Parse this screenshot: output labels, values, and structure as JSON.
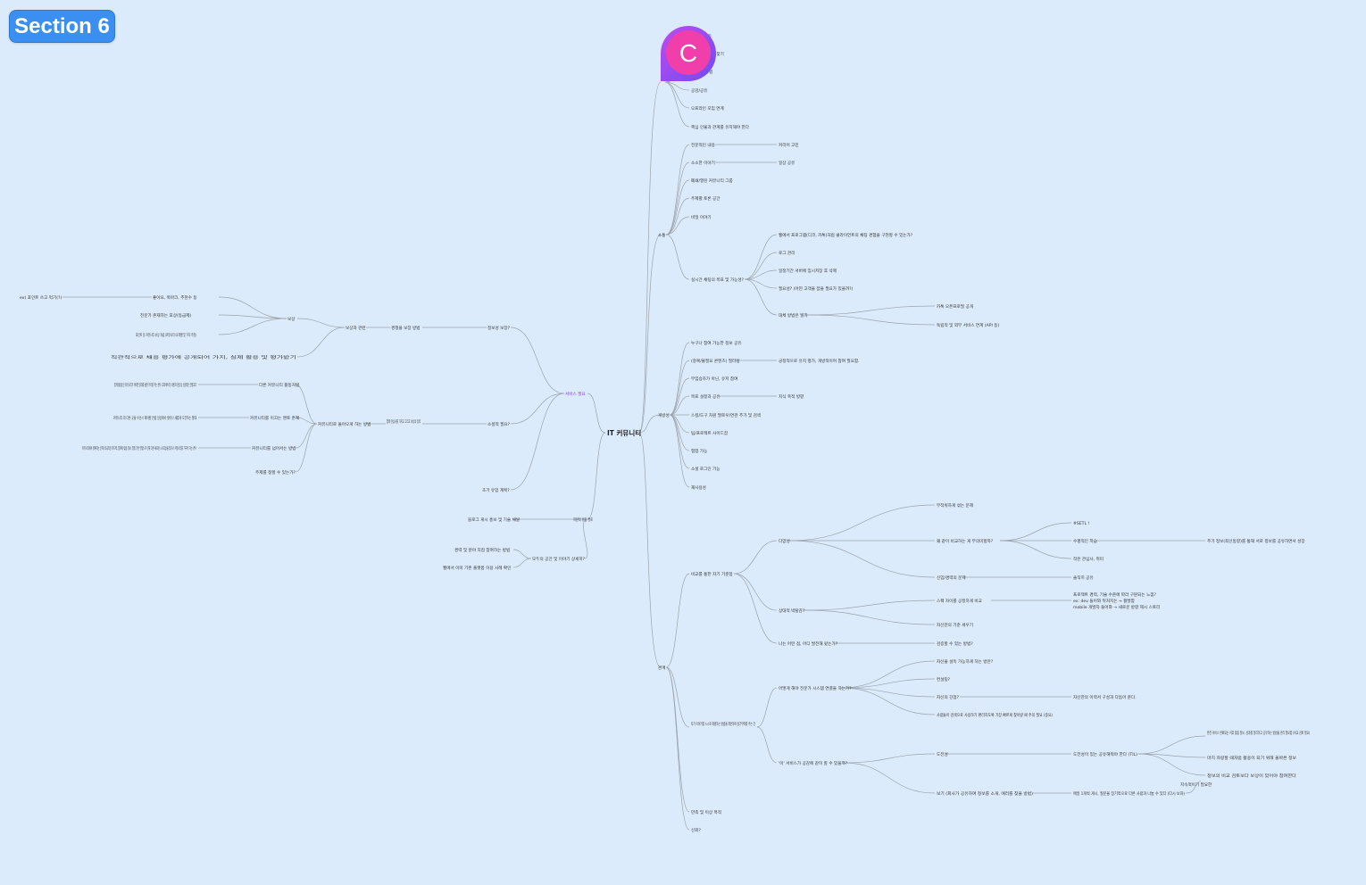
{
  "section": {
    "label": "Section 6"
  },
  "avatar": {
    "letter": "C",
    "color": "#f03faa",
    "ring": "#8b5cf6"
  },
  "colors": {
    "background": "#dcebfb",
    "badge": "#3b8ff0",
    "lines": "#9aa3ad",
    "accent_text": "#7b3fe4"
  },
  "mindmap": {
    "root": "IT 커뮤니티",
    "right": {
      "top_group": [
        "...서로 돕기",
        "같은 관심사 ...찾기",
        "정보 ... 방법",
        "공감/공유",
        "오프라인 모임 연계",
        "핵심 인물과 관계를 유지해야 한다"
      ],
      "so": {
        "label": "소통",
        "items": [
          "전문적인 내용",
          "소소한 이야기",
          "폐쇄/열린 커뮤니티 그룹",
          "주제별 토론 공간",
          "비밀 이야기"
        ],
        "side": [
          "커리어 고민",
          "일상 공유"
        ],
        "live": {
          "label": "실시간 채팅의 목표 및 가능성?",
          "children": [
            "웹에서 프로그램(디코, 카톡)처럼 클라이언트의 채팅 경험을 구현할 수 있는가?",
            "로그 관리",
            "일정기간 서버에 임시저장 후 삭제",
            "필요성? (어떤 고객을 잡을 필요가 있을까?)",
            "대체 방법은 뭘까"
          ],
          "alt": [
            "카톡 오픈프로필 공개",
            "독립적 및 외부 서비스 연계 (API 등)"
          ]
        }
      },
      "open": {
        "label": "개방성",
        "items": [
          "누구나 참여 가능한 정보 공유",
          "(중복/불필요 콘텐츠) 필터링",
          "무임승차가 아닌, 유저 참여",
          "목표 설정과 공유",
          "스킬/도구 차원 팔로우/연관 추가 및 검색",
          "팀/프로젝트 사이드잡",
          "협업 가능",
          "소셜 로그인 기능",
          "재사용성"
        ],
        "side": [
          "긍정적으로 유지 평가, 개방적이며 참여 필요함.",
          "지식 축적 방향"
        ]
      },
      "net": {
        "label": "관계",
        "growth": {
          "label": "비교를 통한 자기 기준점",
          "diversity": {
            "label": "다양성",
            "children": [
              "무작위하게 섞는 문제",
              "왜 같이 비교하는 게 무의미할까?",
              "신입/경력의 문제"
            ],
            "compare": [
              "#SETL !",
              "수평적인 학습",
              "작은 관심사, 취미"
            ],
            "compare_side": "추가 정보(최신동향)를 통해 서로 정보를 공유하면서 성장",
            "note": "솔직히 공유"
          },
          "fairness": {
            "label": "상대적 박탈감?",
            "children": [
              "스펙 차이를 공정하게 비교",
              "자신만의 기준 세우기"
            ],
            "note": [
              "프로젝트 경력, 기술 수준에 따라 구분되는 느낌?",
              "ex: dev 들어와 뒤처지는 → 활발함",
              "mobile 개발자 들어와 → 새로운 방향 제시 스토리"
            ]
          },
          "last": {
            "label": "나는 어떤 점, 어디 발전해 왔는가?",
            "note": "검증할 수 있는 방법?"
          }
        },
        "empathy": {
          "label": "자기 이야기를 스스로 해결하는 방법을 제안하여 동기부여를 주는 것",
          "q1": {
            "label": "어떻게 해야 전문가 시스템 연결을 하는가?",
            "children": [
              "자신을 설득 가능하게 하는 방안?",
              "컨설팅?",
              "자신의 강점?",
              "사람들이 검색으로 사용하기 편리하도록 가장 빠르게 찾아갈 때 주의 필요 (중요)"
            ],
            "side": "자신만의 이력서 구성과 다듬어 준다."
          },
          "q2": {
            "label": "'이' 서비스가 공감에 같이 할 수 있을까?",
            "children": [
              "도전성",
              "보기 (회사가 공유하여 정보를 소개, 에러를 찾을 방법)"
            ],
            "a1": "도전성이 있는 공유해줘야 한다 (TIL)",
            "a1_children": [
              "완전 서비스 완료되는 이후 맞춤 정보, 성과를 정리하고 공유하는 방법을 관리 필요함 (비교 검토 필요)",
              "마치 자랑할 때처럼 활용이 되기 위해 올바른 정보",
              "정보의 비교 검토보다 보상이 있어야 참여한다"
            ],
            "a2": "매일 1개씩 게시, 질문을 장기적으로 다른 사람과 나눌 수 있다 (다시 보자)",
            "a2_child": "지속적이기 필요한"
          }
        },
        "extra": [
          "만족 및 이상 목적",
          "신뢰?"
        ]
      }
    },
    "left": {
      "why": {
        "label": "서비스 필요",
        "accent": true,
        "reward": {
          "label": "정보성 보장?",
          "sub": {
            "label": "경쟁을 보장 방법",
            "mid": "보상과 관련",
            "leaf": "보상",
            "children": [
              "좋아요, 북마크, 추천수 등",
              "전문가 존재하는 포상(등급제)",
              "포인트 등 커뮤니티 보상 개념 (커뮤니티 내 레벨 및 가치 측정)",
              "직관적으로 채용 평가에 공개되어 가치, 실제 활용 및 평가받기"
            ],
            "far": "ex) 포인트 쓰고 먹기(?)"
          }
        },
        "comm": {
          "label": "소셜적 필요?",
          "sub": {
            "label": "함께 관심사를 가지고 그리고 보상의 동력",
            "mid": "커뮤니티로 돌아오게 하는 방법",
            "children": [
              "다른 커뮤니티 활동처럼",
              "커뮤니티를 이끄는 멘토 존재",
              "커뮤니티를 넘어서는 방법",
              "주제를 정할 수 있는가?"
            ],
            "notes": [
              "함께 활동중인 커뮤니티가 어떠한 결과를 통한 가치를 주는 경우 (크리에이터) 개발자 관점 등 실질적인 연결고리",
              "커뮤니티 외 다른 곳을 우선시 해야할 만큼 일상에서 벗어나 새롭게 도전하는 형태",
              "커뮤니티에서 행복하는 문제 (적극적인 피드백, 참여와 맞춤 정보, 열정 기반 영향) 로 인해 다른 새로운 (소모임)을 찾거나 커뮤니티를 가꾸어 하는 경우"
            ]
          }
        },
        "init": "초기 유입 계획?"
      },
      "spread": {
        "label": "지원적 유입 경로",
        "children": [
          "블로그 게시 홍보 및 기술 채널",
          "모두의 공간 및 이야기 상세히?"
        ],
        "notes": [
          "경력 및 분야 직접 참여하는 방법",
          "웹에서 이미 기존 플랫폼 이용 사례 확인"
        ]
      }
    }
  }
}
